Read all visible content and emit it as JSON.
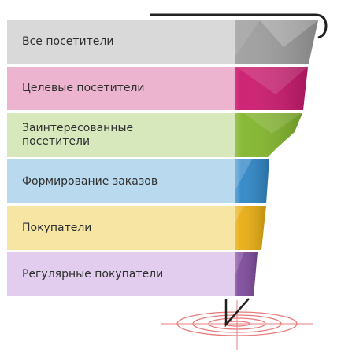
{
  "funnel": {
    "stages": [
      {
        "label": "Все посетители",
        "bar_color": "#d9d9d9",
        "funnel_color": "#9e9e9e"
      },
      {
        "label": "Целевые посетители",
        "bar_color": "#ecb4cf",
        "funnel_color": "#cc1a6f"
      },
      {
        "label": "Заинтересованные\nпосетители",
        "bar_color": "#d8e8bd",
        "funnel_color": "#82b62c"
      },
      {
        "label": "Формирование заказов",
        "bar_color": "#b9d9ee",
        "funnel_color": "#2f86c6"
      },
      {
        "label": "Покупатели",
        "bar_color": "#f6e5a3",
        "funnel_color": "#e8ad12"
      },
      {
        "label": "Регулярные покупатели",
        "bar_color": "#e2cdee",
        "funnel_color": "#7f4b9c"
      }
    ],
    "target_color": "#e87c7c",
    "outline_color": "#222222"
  }
}
